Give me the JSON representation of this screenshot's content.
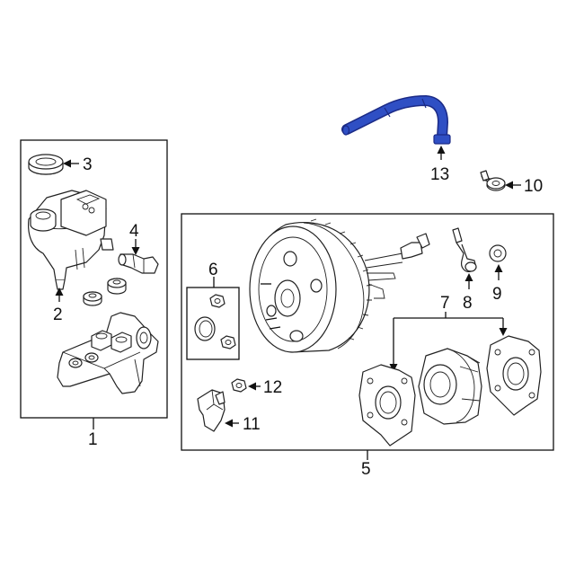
{
  "diagram": {
    "callouts": {
      "c1": "1",
      "c2": "2",
      "c3": "3",
      "c4": "4",
      "c5": "5",
      "c6": "6",
      "c7": "7",
      "c8": "8",
      "c9": "9",
      "c10": "10",
      "c11": "11",
      "c12": "12",
      "c13": "13"
    },
    "colors": {
      "highlight": "#2f4fc4",
      "line": "#111111"
    }
  }
}
